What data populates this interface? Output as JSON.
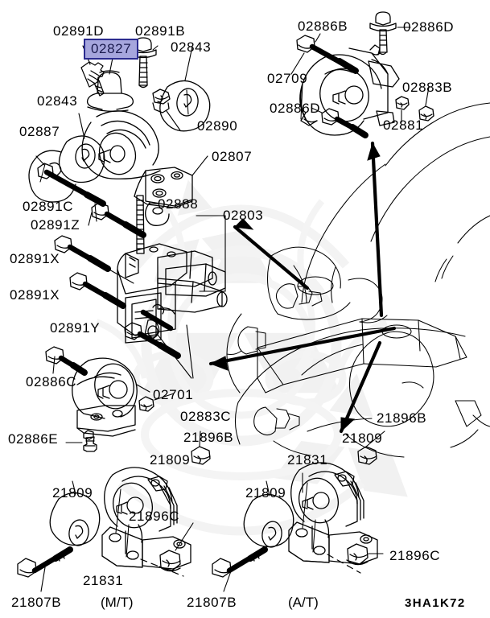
{
  "diagram": {
    "title": "Engine Mounting Parts Diagram",
    "code": "3HA1K72",
    "background_color": "#ffffff",
    "line_color": "#000000",
    "highlight": {
      "part": "02827",
      "fill_color": "#a6a6dd",
      "border_color": "#2b2b8f",
      "text_color": "#1a1a4d"
    },
    "watermark": {
      "present": true,
      "color": "#f2f2f2"
    }
  },
  "transmission_labels": [
    {
      "id": "mt",
      "text": "(M/T)"
    },
    {
      "id": "at",
      "text": "(A/T)"
    }
  ],
  "callouts": [
    {
      "id": "c01",
      "text": "02891D"
    },
    {
      "id": "c02",
      "text": "02891B"
    },
    {
      "id": "c03",
      "text": "02827",
      "highlighted": true
    },
    {
      "id": "c04",
      "text": "02843"
    },
    {
      "id": "c05",
      "text": "02843"
    },
    {
      "id": "c06",
      "text": "02887"
    },
    {
      "id": "c07",
      "text": "02890"
    },
    {
      "id": "c08",
      "text": "02807"
    },
    {
      "id": "c09",
      "text": "02886B"
    },
    {
      "id": "c10",
      "text": "02886D"
    },
    {
      "id": "c11",
      "text": "02709"
    },
    {
      "id": "c12",
      "text": "02886D"
    },
    {
      "id": "c13",
      "text": "02883B"
    },
    {
      "id": "c14",
      "text": "02881"
    },
    {
      "id": "c15",
      "text": "02891C"
    },
    {
      "id": "c16",
      "text": "02888"
    },
    {
      "id": "c17",
      "text": "02803"
    },
    {
      "id": "c18",
      "text": "02891Z"
    },
    {
      "id": "c19",
      "text": "02891X"
    },
    {
      "id": "c20",
      "text": "02891X"
    },
    {
      "id": "c21",
      "text": "02891Y"
    },
    {
      "id": "c22",
      "text": "02886C"
    },
    {
      "id": "c23",
      "text": "02701"
    },
    {
      "id": "c24",
      "text": "02883C"
    },
    {
      "id": "c25",
      "text": "21896B"
    },
    {
      "id": "c26",
      "text": "02886E"
    },
    {
      "id": "c27",
      "text": "21809"
    },
    {
      "id": "c28",
      "text": "21896B"
    },
    {
      "id": "c29",
      "text": "21809"
    },
    {
      "id": "c30",
      "text": "21831"
    },
    {
      "id": "c31",
      "text": "21809"
    },
    {
      "id": "c32",
      "text": "21896C"
    },
    {
      "id": "c33",
      "text": "21809"
    },
    {
      "id": "c34",
      "text": "21831"
    },
    {
      "id": "c35",
      "text": "21896C"
    },
    {
      "id": "c36",
      "text": "21807B"
    },
    {
      "id": "c37",
      "text": "21807B"
    }
  ]
}
